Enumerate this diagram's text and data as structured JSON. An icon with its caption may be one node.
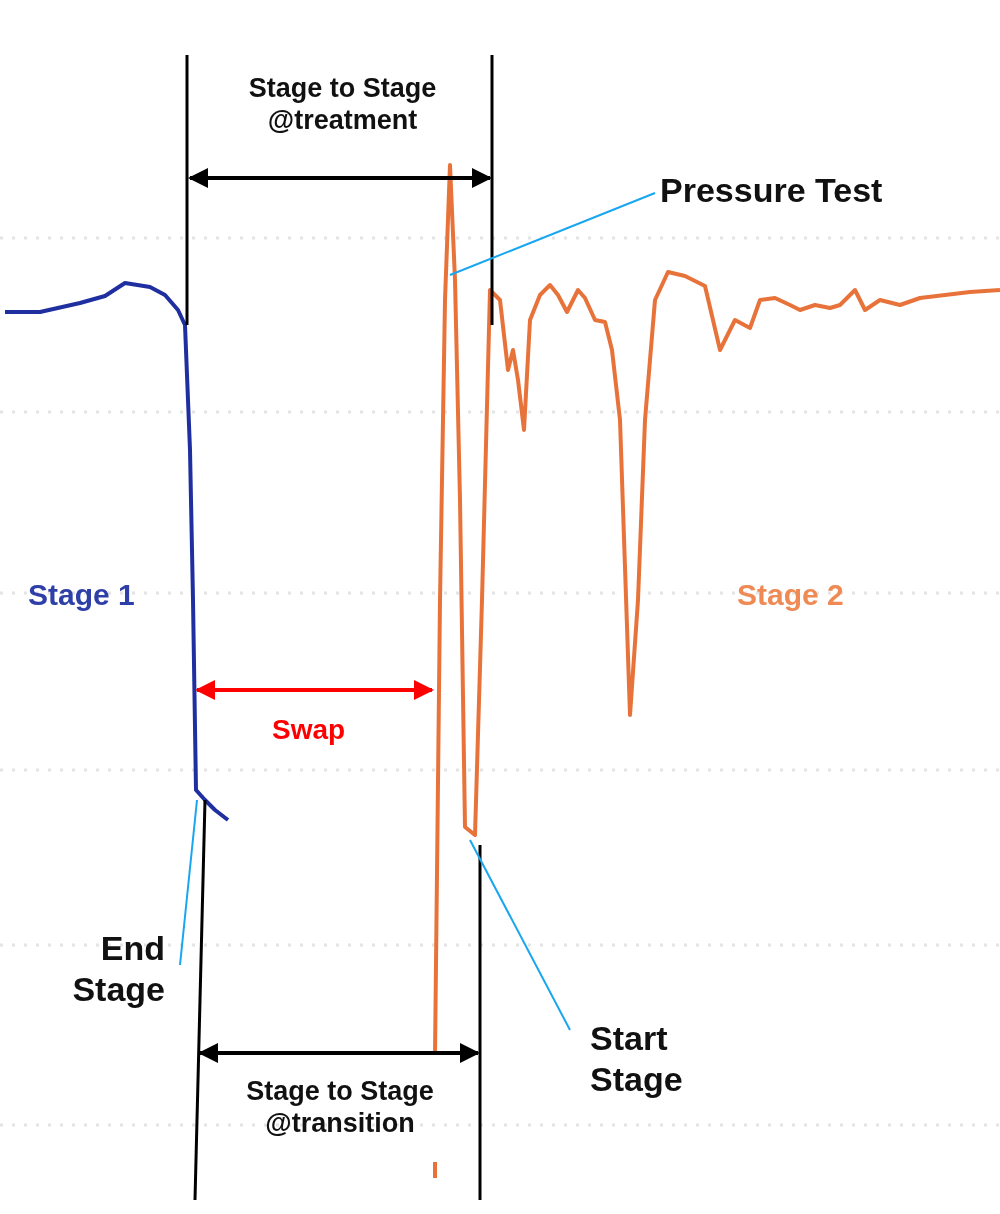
{
  "diagram": {
    "nodes": [
      {
        "text": [
          "Pressure Test"
        ]
      },
      {
        "text": [
          "End Stage"
        ]
      },
      {
        "text": [
          "Start Stage"
        ]
      }
    ],
    "edges": [
      {
        "from": 0,
        "to": null,
        "arrow": "none"
      },
      {
        "from": 1,
        "to": null,
        "arrow": "none"
      },
      {
        "from": 2,
        "to": null,
        "arrow": "none"
      }
    ],
    "labels": [
      "Stage to Stage @treatment",
      "Stage 1",
      "Swap",
      "Stage 2",
      "Stage to Stage @transition"
    ]
  }
}
